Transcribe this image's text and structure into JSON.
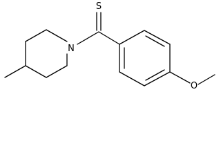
{
  "molecule": {
    "atoms": {
      "sulfur": "S",
      "nitrogen": "N",
      "oxygen": "O"
    }
  },
  "colors": {
    "ink": "#000000",
    "background": "#ffffff"
  }
}
